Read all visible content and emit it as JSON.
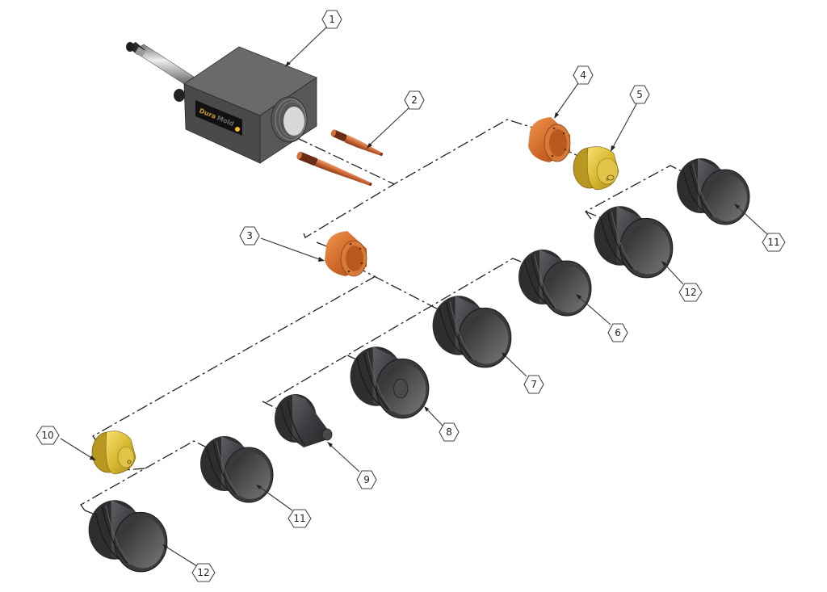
{
  "diagram": {
    "title": "Exploded view — nozzle assembly",
    "manifold_logo": {
      "brand_part1": "Dura",
      "brand_part2": "Mold"
    },
    "colors": {
      "copper": "#c8632c",
      "copper_light": "#e88a48",
      "brass": "#d8b830",
      "brass_light": "#f0d860",
      "steel_dark": "#3a3a3c",
      "steel_mid": "#555558",
      "block_gray": "#5a5a5c",
      "line": "#222222"
    },
    "callouts": [
      {
        "id": "1",
        "label": "1",
        "part": "manifold-block"
      },
      {
        "id": "2",
        "label": "2",
        "part": "tip-inserts"
      },
      {
        "id": "3",
        "label": "3",
        "part": "copper-sleeve"
      },
      {
        "id": "4",
        "label": "4",
        "part": "copper-sleeve"
      },
      {
        "id": "5",
        "label": "5",
        "part": "brass-tip"
      },
      {
        "id": "6",
        "label": "6",
        "part": "nozzle-cap"
      },
      {
        "id": "7",
        "label": "7",
        "part": "nozzle-cap"
      },
      {
        "id": "8",
        "label": "8",
        "part": "nozzle-cap-with-bore"
      },
      {
        "id": "9",
        "label": "9",
        "part": "cone-nozzle"
      },
      {
        "id": "10",
        "label": "10",
        "part": "brass-tip"
      },
      {
        "id": "11a",
        "label": "11",
        "part": "nozzle-cap"
      },
      {
        "id": "12a",
        "label": "12",
        "part": "nozzle-cap"
      },
      {
        "id": "11b",
        "label": "11",
        "part": "nozzle-cap"
      },
      {
        "id": "12b",
        "label": "12",
        "part": "nozzle-cap"
      }
    ]
  }
}
